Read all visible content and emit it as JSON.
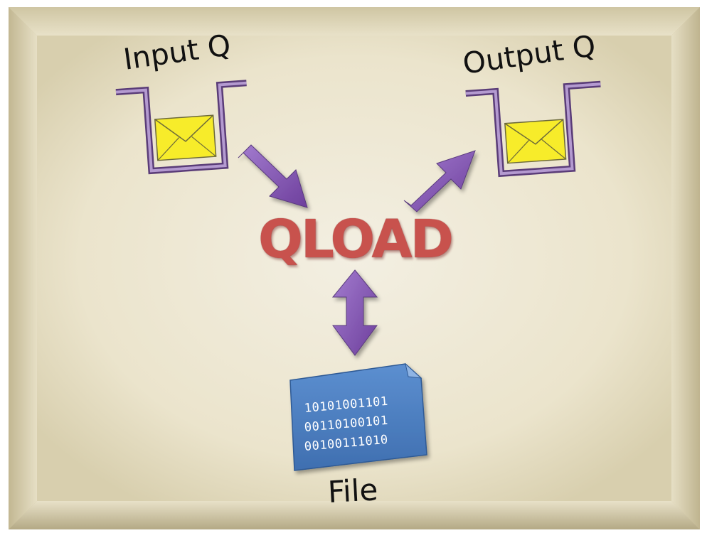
{
  "diagram": {
    "center_label": "QLOAD",
    "input_queue_label": "Input Q",
    "output_queue_label": "Output Q",
    "file_label": "File",
    "file_contents": [
      "10101001101",
      "00110100101",
      "00100111010"
    ]
  },
  "colors": {
    "frame_face": "#e9e2c8",
    "frame_edge": "#c4b995",
    "queue_outline": "#7d5a9c",
    "arrow": "#8b5ab8",
    "envelope": "#f7ec2a",
    "file_fill": "#4a7dc0",
    "title": "#c8524d"
  },
  "icons": [
    "envelope-icon",
    "file-icon",
    "arrow-icon"
  ]
}
